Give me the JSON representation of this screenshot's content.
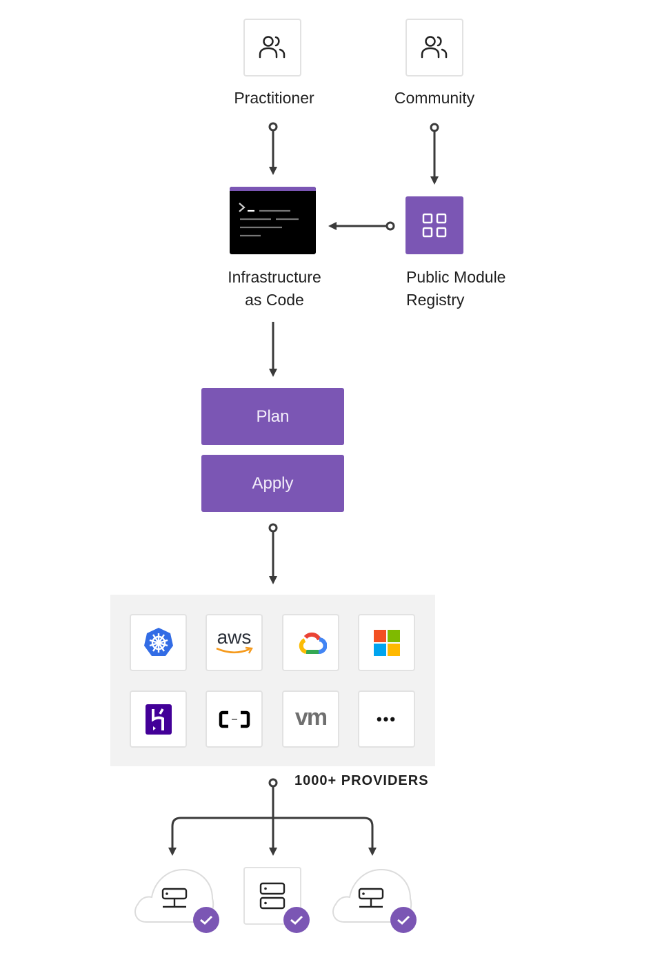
{
  "diagram": {
    "nodes": {
      "practitioner": {
        "label": "Practitioner",
        "icon": "users-icon"
      },
      "community": {
        "label": "Community",
        "icon": "users-icon"
      },
      "iac": {
        "label_line1": "Infrastructure",
        "label_line2": "as Code",
        "icon": "terminal-icon"
      },
      "registry": {
        "label_line1": "Public Module",
        "label_line2": "Registry",
        "icon": "grid-icon"
      },
      "plan": {
        "label": "Plan"
      },
      "apply": {
        "label": "Apply"
      }
    },
    "providers": {
      "label": "1000+ PROVIDERS",
      "items": [
        {
          "name": "Kubernetes",
          "icon": "kubernetes-icon"
        },
        {
          "name": "AWS",
          "icon": "aws-icon",
          "text": "aws"
        },
        {
          "name": "Google Cloud",
          "icon": "google-cloud-icon"
        },
        {
          "name": "Microsoft Azure",
          "icon": "microsoft-icon"
        },
        {
          "name": "Heroku",
          "icon": "heroku-icon"
        },
        {
          "name": "Alibaba Cloud",
          "icon": "alibaba-cloud-icon"
        },
        {
          "name": "VMware",
          "icon": "vmware-icon",
          "text": "vm"
        },
        {
          "name": "More",
          "icon": "more-icon",
          "text": "•••"
        }
      ]
    },
    "targets": [
      {
        "type": "cloud",
        "icon": "server-icon",
        "status": "check"
      },
      {
        "type": "datacenter",
        "icon": "server-stack-icon",
        "status": "check"
      },
      {
        "type": "cloud",
        "icon": "server-icon",
        "status": "check"
      }
    ],
    "colors": {
      "accent": "#7b56b4",
      "terminal": "#000000",
      "panel": "#f2f2f2",
      "line": "#3a3a3a"
    }
  }
}
